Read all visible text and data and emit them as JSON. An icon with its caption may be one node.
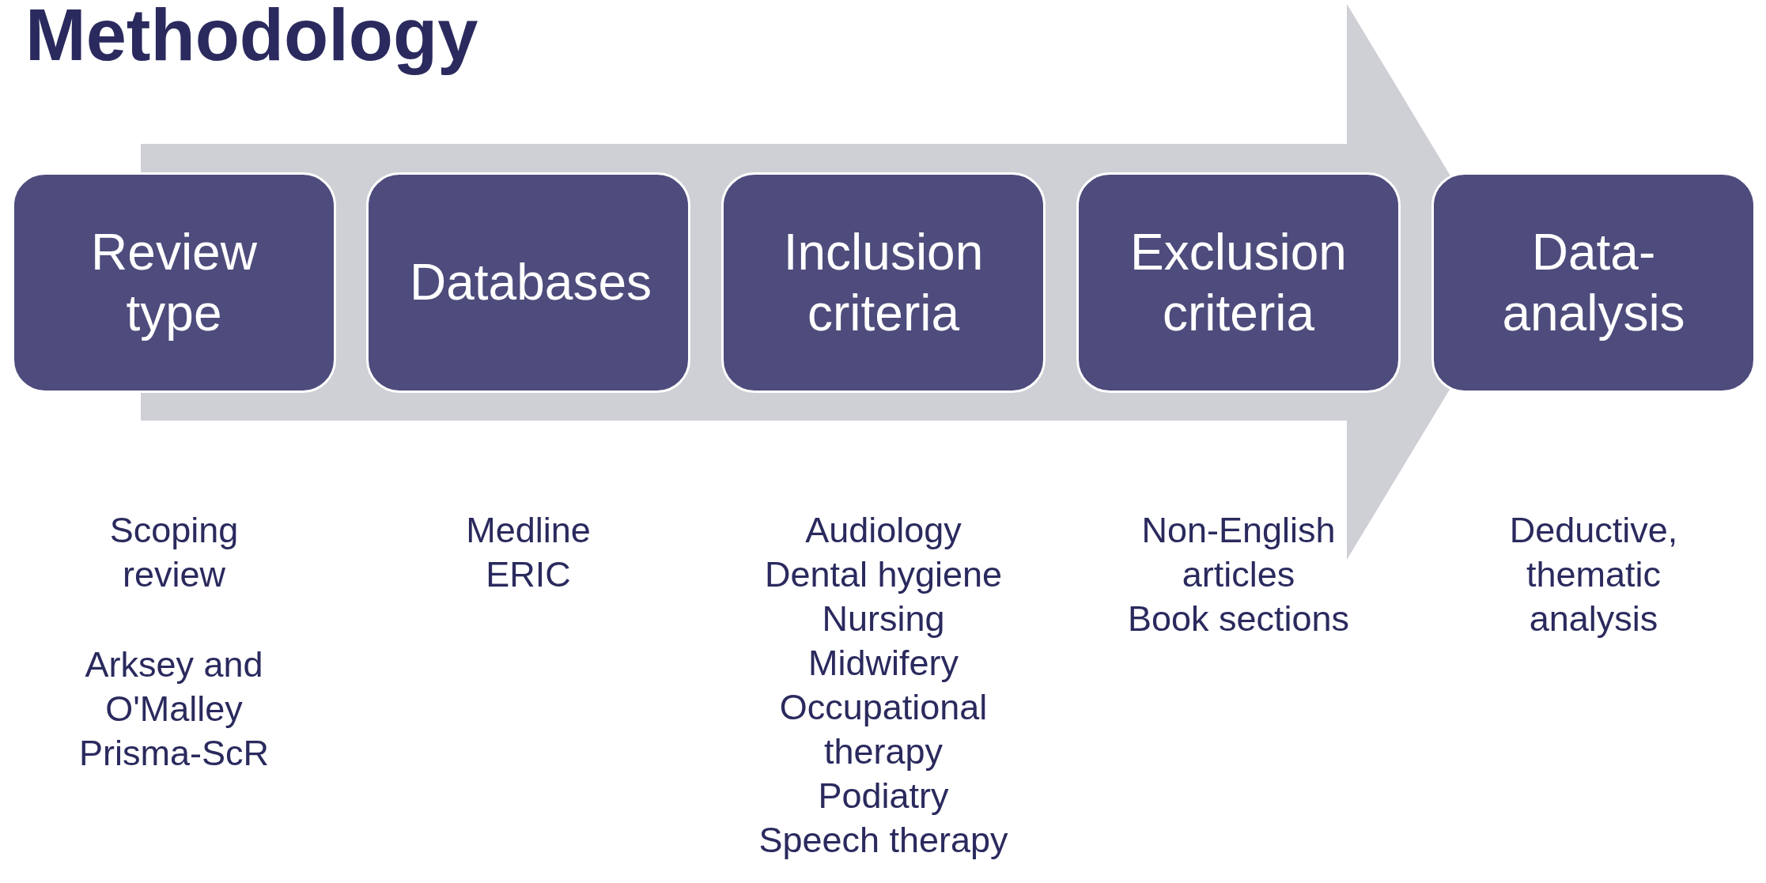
{
  "diagram": {
    "title": "Methodology",
    "nodes": [
      {
        "text": [
          "Review type"
        ],
        "beside": [
          "Scoping review",
          "Arksey and O'Malley",
          "Prisma-ScR"
        ]
      },
      {
        "text": [
          "Databases"
        ],
        "beside": [
          "Medline",
          "ERIC"
        ]
      },
      {
        "text": [
          "Inclusion criteria"
        ],
        "beside": [
          "Audiology",
          "Dental hygiene",
          "Nursing",
          "Midwifery",
          "Occupational therapy",
          "Podiatry",
          "Speech therapy"
        ]
      },
      {
        "text": [
          "Exclusion criteria"
        ],
        "beside": [
          "Non-English articles",
          "Book sections"
        ]
      },
      {
        "text": [
          "Data-analysis"
        ],
        "beside": [
          "Deductive, thematic analysis"
        ]
      }
    ]
  }
}
